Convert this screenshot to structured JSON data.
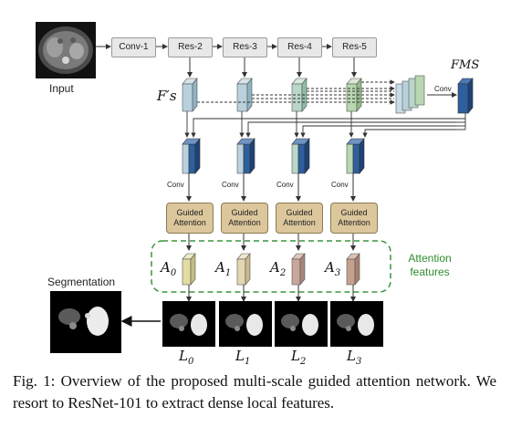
{
  "input": {
    "label": "Input"
  },
  "backbone": {
    "stages": [
      "Conv-1",
      "Res-2",
      "Res-3",
      "Res-4",
      "Res-5"
    ]
  },
  "features": {
    "fs_label": "F′s",
    "fms_label": "FMS"
  },
  "conv_labels": [
    "Conv",
    "Conv",
    "Conv",
    "Conv",
    "Conv"
  ],
  "guided_attention": {
    "line1": "Guided",
    "line2": "Attention",
    "count": 4
  },
  "attention_features": {
    "label_line1": "Attention",
    "label_line2": "features",
    "symbols": [
      "A",
      "A",
      "A",
      "A"
    ],
    "subscripts": [
      "0",
      "1",
      "2",
      "3"
    ]
  },
  "losses": {
    "symbols": [
      "L",
      "L",
      "L",
      "L"
    ],
    "subscripts": [
      "0",
      "1",
      "2",
      "3"
    ]
  },
  "segmentation": {
    "label": "Segmentation"
  },
  "caption": {
    "label": "Fig. 1:",
    "text": "Overview of the proposed multi-scale guided attention network. We resort to ResNet-101 to extract dense local features."
  },
  "colors": {
    "block_light": "#b9d1dc",
    "block_dark": "#2e5f9e",
    "block_green": "#b9d7b8",
    "attn_colors": [
      "#e2dca2",
      "#e3d6b0",
      "#c9a59b",
      "#c6a08f"
    ],
    "ga_fill": "#dcc79d",
    "dashed_group": "#3a963a"
  }
}
